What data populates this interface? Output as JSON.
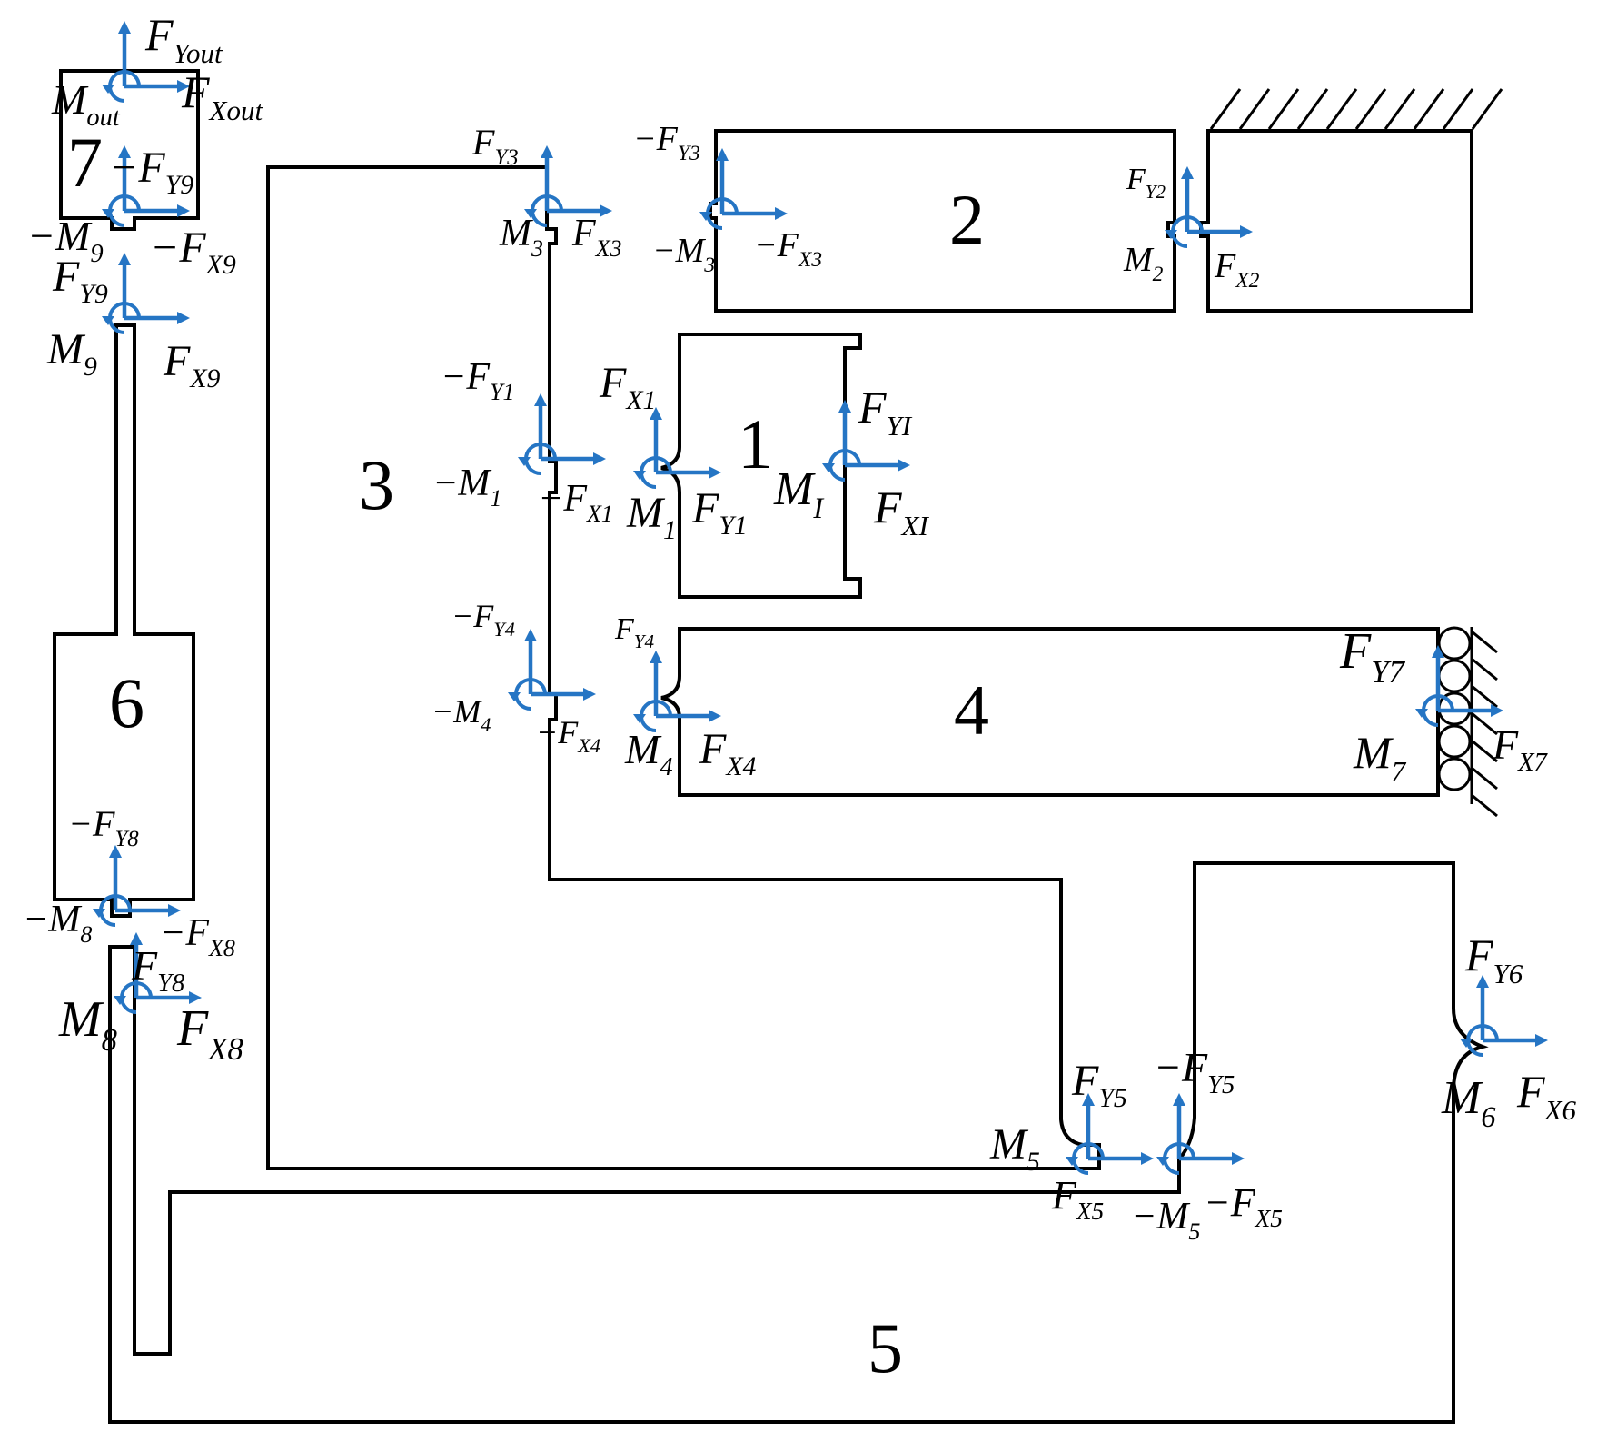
{
  "colors": {
    "force_arrow": "#2575c4",
    "outline": "#000000",
    "background": "#ffffff"
  },
  "bodies": [
    "1",
    "2",
    "3",
    "4",
    "5",
    "6",
    "7"
  ],
  "frames": [
    "out",
    "9-top",
    "9-bottom",
    "3-left",
    "3-right",
    "2",
    "1-left",
    "1-mid",
    "1-right",
    "4-left",
    "4-right",
    "7",
    "8-top",
    "8-bottom",
    "5-left",
    "5-right",
    "6"
  ],
  "labels": [
    {
      "base": "F",
      "sub": "Yout"
    },
    {
      "base": "M",
      "sub": "out"
    },
    {
      "base": "F",
      "sub": "Xout"
    },
    {
      "base": "−F",
      "sub": "Y9"
    },
    {
      "base": "−M",
      "sub": "9"
    },
    {
      "base": "−F",
      "sub": "X9"
    },
    {
      "base": "F",
      "sub": "Y9"
    },
    {
      "base": "M",
      "sub": "9"
    },
    {
      "base": "F",
      "sub": "X9"
    },
    {
      "base": "F",
      "sub": "Y3"
    },
    {
      "base": "M",
      "sub": "3"
    },
    {
      "base": "F",
      "sub": "X3"
    },
    {
      "base": "−F",
      "sub": "Y3"
    },
    {
      "base": "−M",
      "sub": "3"
    },
    {
      "base": "−F",
      "sub": "X3"
    },
    {
      "base": "F",
      "sub": "Y2"
    },
    {
      "base": "M",
      "sub": "2"
    },
    {
      "base": "F",
      "sub": "X2"
    },
    {
      "base": "−F",
      "sub": "Y1"
    },
    {
      "base": "−M",
      "sub": "1"
    },
    {
      "base": "−F",
      "sub": "X1"
    },
    {
      "base": "F",
      "sub": "X1"
    },
    {
      "base": "M",
      "sub": "1"
    },
    {
      "base": "F",
      "sub": "Y1"
    },
    {
      "base": "F",
      "sub": "YI"
    },
    {
      "base": "M",
      "sub": "I"
    },
    {
      "base": "F",
      "sub": "XI"
    },
    {
      "base": "−F",
      "sub": "Y4"
    },
    {
      "base": "−M",
      "sub": "4"
    },
    {
      "base": "−F",
      "sub": "X4"
    },
    {
      "base": "F",
      "sub": "Y4"
    },
    {
      "base": "M",
      "sub": "4"
    },
    {
      "base": "F",
      "sub": "X4"
    },
    {
      "base": "F",
      "sub": "Y7"
    },
    {
      "base": "M",
      "sub": "7"
    },
    {
      "base": "F",
      "sub": "X7"
    },
    {
      "base": "−F",
      "sub": "Y8"
    },
    {
      "base": "−M",
      "sub": "8"
    },
    {
      "base": "−F",
      "sub": "X8"
    },
    {
      "base": "F",
      "sub": "Y8"
    },
    {
      "base": "M",
      "sub": "8"
    },
    {
      "base": "F",
      "sub": "X8"
    },
    {
      "base": "F",
      "sub": "Y5"
    },
    {
      "base": "M",
      "sub": "5"
    },
    {
      "base": "F",
      "sub": "X5"
    },
    {
      "base": "−F",
      "sub": "Y5"
    },
    {
      "base": "−M",
      "sub": "5"
    },
    {
      "base": "−F",
      "sub": "X5"
    },
    {
      "base": "F",
      "sub": "Y6"
    },
    {
      "base": "M",
      "sub": "6"
    },
    {
      "base": "F",
      "sub": "X6"
    }
  ]
}
